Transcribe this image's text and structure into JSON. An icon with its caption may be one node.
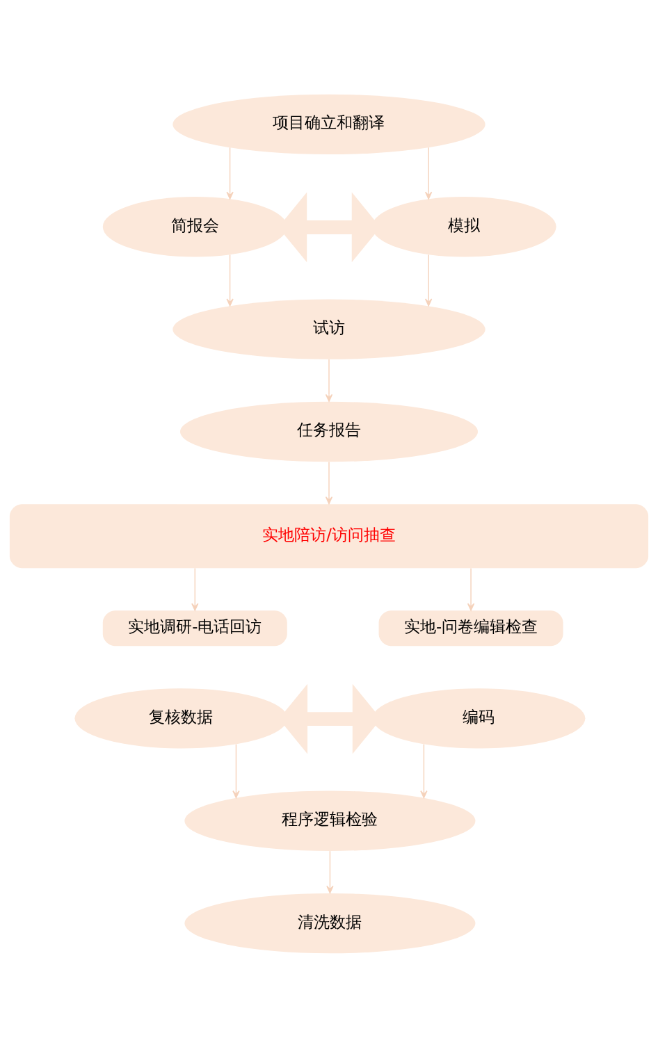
{
  "diagram": {
    "nodes": [
      {
        "text": [
          "项目确立和翻译"
        ]
      },
      {
        "text": [
          "简报会"
        ]
      },
      {
        "text": [
          "模拟"
        ]
      },
      {
        "text": [
          "试访"
        ]
      },
      {
        "text": [
          "任务报告"
        ]
      },
      {
        "text": [
          "实地陪访/访问抽查"
        ]
      },
      {
        "text": [
          "实地调研-电话回访"
        ]
      },
      {
        "text": [
          "实地-问卷编辑检查"
        ]
      },
      {
        "text": [
          "复核数据"
        ]
      },
      {
        "text": [
          "编码"
        ]
      },
      {
        "text": [
          "程序逻辑检验"
        ]
      },
      {
        "text": [
          "清洗数据"
        ]
      }
    ],
    "edges": [
      {
        "from": 0,
        "to": 1,
        "arrow": "to"
      },
      {
        "from": 0,
        "to": 2,
        "arrow": "to"
      },
      {
        "from": 1,
        "to": 2,
        "arrow": "both",
        "style": "thick"
      },
      {
        "from": 1,
        "to": 3,
        "arrow": "to"
      },
      {
        "from": 2,
        "to": 3,
        "arrow": "to"
      },
      {
        "from": 3,
        "to": 4,
        "arrow": "to"
      },
      {
        "from": 4,
        "to": 5,
        "arrow": "to"
      },
      {
        "from": 5,
        "to": 6,
        "arrow": "to"
      },
      {
        "from": 5,
        "to": 7,
        "arrow": "to"
      },
      {
        "from": 8,
        "to": 9,
        "arrow": "both",
        "style": "thick"
      },
      {
        "from": 8,
        "to": 10,
        "arrow": "to"
      },
      {
        "from": 9,
        "to": 10,
        "arrow": "to"
      },
      {
        "from": 10,
        "to": 11,
        "arrow": "to"
      }
    ]
  }
}
